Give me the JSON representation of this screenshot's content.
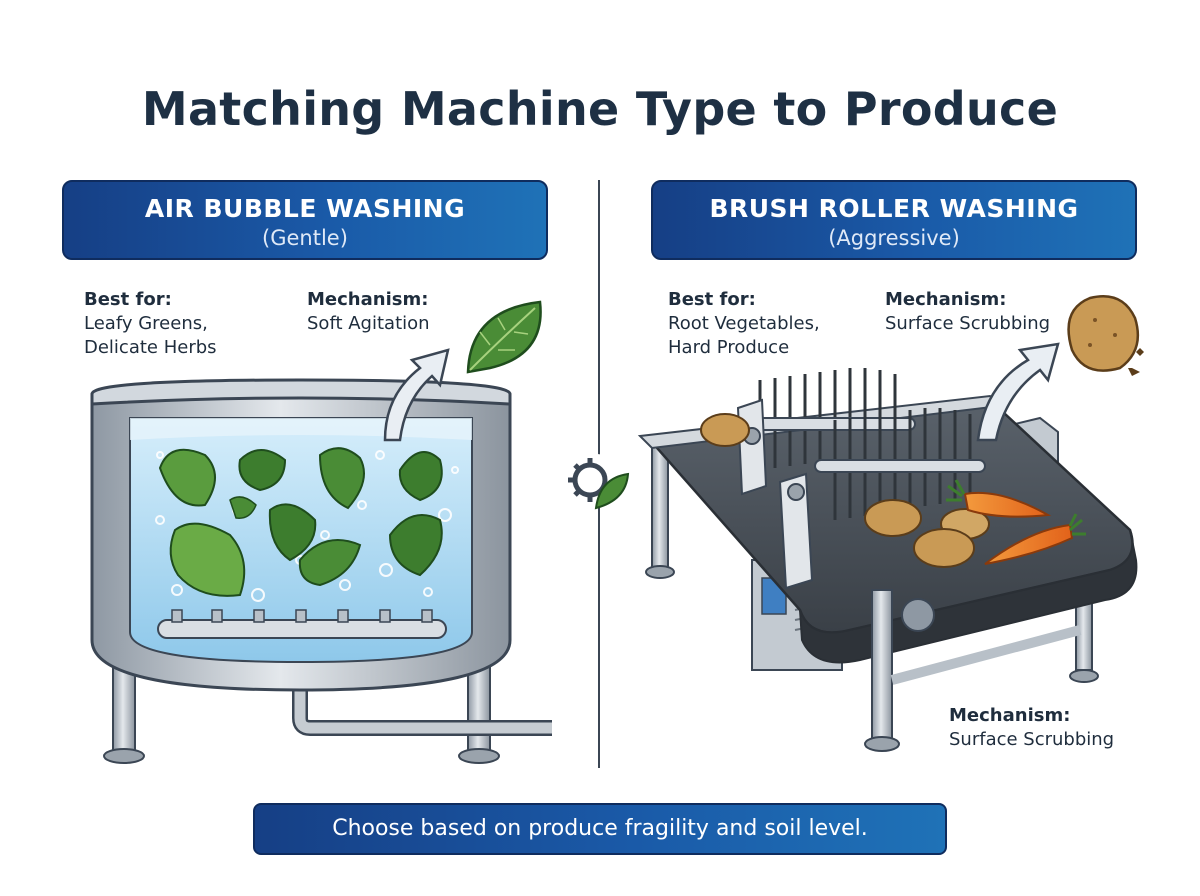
{
  "title": "Matching Machine Type to Produce",
  "left_panel": {
    "heading": "AIR BUBBLE WASHING",
    "subheading": "(Gentle)",
    "best_for_label": "Best for:",
    "best_for_lines": [
      "Leafy Greens,",
      "Delicate Herbs"
    ],
    "mechanism_label": "Mechanism:",
    "mechanism_value": "Soft Agitation"
  },
  "right_panel": {
    "heading": "BRUSH ROLLER WASHING",
    "subheading": "(Aggressive)",
    "best_for_label": "Best for:",
    "best_for_lines": [
      "Root Vegetables,",
      "Hard Produce"
    ],
    "mechanism_label": "Mechanism:",
    "mechanism_value": "Surface Scrubbing",
    "mechanism_label_2": "Mechanism:",
    "mechanism_value_2": "Surface Scrubbing"
  },
  "footer": "Choose based on produce fragility and soil level.",
  "colors": {
    "header_blue": "#1a5aa8",
    "water": "#bfe3f7",
    "leaf_green": "#3e8a3a",
    "carrot": "#f07a25",
    "potato": "#c99a55",
    "steel": "#b8c0c8"
  },
  "icons": [
    "leaf-icon",
    "potato-icon",
    "gear-leaf-icon",
    "arrow-icon"
  ]
}
